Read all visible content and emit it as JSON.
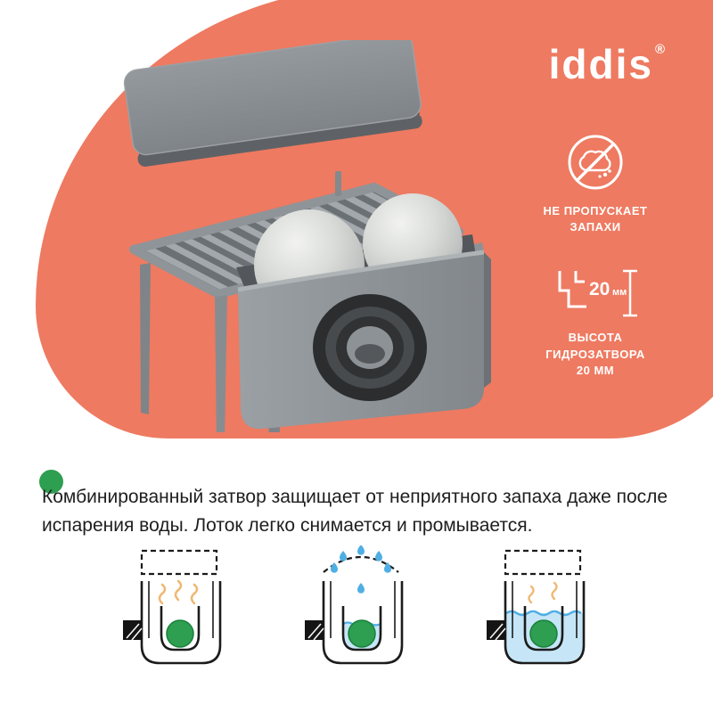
{
  "brand": {
    "name": "iddis",
    "registered": "®"
  },
  "features": [
    {
      "icon": "no-odor-icon",
      "line1": "НЕ ПРОПУСКАЕТ",
      "line2": "ЗАПАХИ"
    },
    {
      "icon": "water-seal-height-icon",
      "value": "20",
      "unit": "мм",
      "line1": "ВЫСОТА",
      "line2": "ГИДРОЗАТВОРА",
      "line3": "20 ММ"
    }
  ],
  "description": "Комбинированный затвор защищает от неприятного запаха даже после испарения воды. Лоток легко снимается и промывается.",
  "product": {
    "name": "drain-trap-with-combined-shutter"
  },
  "diagrams": [
    {
      "name": "dry-seal-blocks-odor"
    },
    {
      "name": "water-refills-seal"
    },
    {
      "name": "filled-seal-blocks-odor"
    }
  ],
  "colors": {
    "accent": "#EE7A61",
    "green": "#2E9E50",
    "blue": "#4FAEE3",
    "light_blue": "#C6E6F7",
    "orange": "#F0B874"
  }
}
